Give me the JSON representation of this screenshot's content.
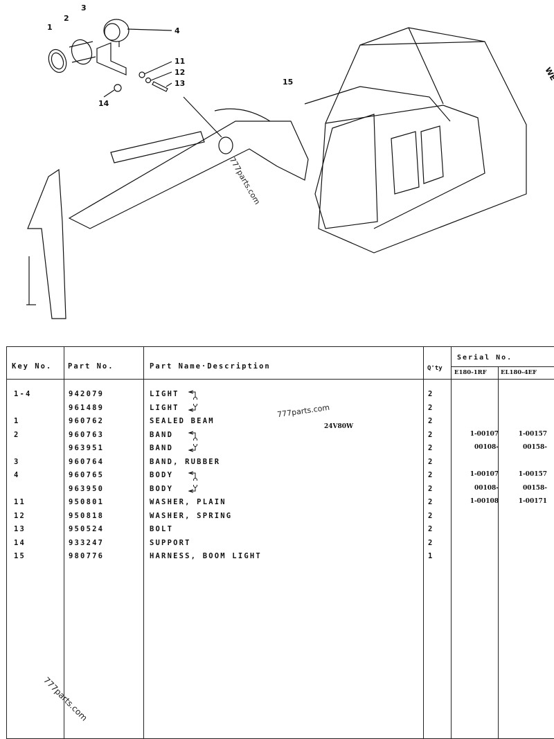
{
  "illustration": {
    "callouts": [
      "1",
      "2",
      "3",
      "4",
      "11",
      "12",
      "13",
      "14",
      "15"
    ],
    "edge_text": "WE"
  },
  "watermarks": [
    "777parts.com",
    "777parts.com",
    "777parts.com"
  ],
  "table": {
    "headers": {
      "key": "Key No.",
      "part": "Part No.",
      "name": "Part Name·Description",
      "qty": "Q'ty",
      "serial": "Serial No.",
      "serial_a": "E180-1RF",
      "serial_b": "EL180-4EF"
    },
    "rows": [
      {
        "key": "1-4",
        "part": "942079",
        "name": "LIGHT",
        "qty": "2",
        "s1": "",
        "s2": ""
      },
      {
        "key": "",
        "part": "961489",
        "name": "LIGHT",
        "qty": "2",
        "s1": "",
        "s2": ""
      },
      {
        "key": "1",
        "part": "960762",
        "name": "SEALED BEAM",
        "qty": "2",
        "s1": "",
        "s2": ""
      },
      {
        "key": "2",
        "part": "960763",
        "name": "BAND",
        "qty": "2",
        "s1": "1-00107",
        "s2": "1-00157"
      },
      {
        "key": "",
        "part": "963951",
        "name": "BAND",
        "qty": "2",
        "s1": "00108-",
        "s2": "00158-"
      },
      {
        "key": "3",
        "part": "960764",
        "name": "BAND, RUBBER",
        "qty": "2",
        "s1": "",
        "s2": ""
      },
      {
        "key": "4",
        "part": "960765",
        "name": "BODY",
        "qty": "2",
        "s1": "1-00107",
        "s2": "1-00157"
      },
      {
        "key": "",
        "part": "963950",
        "name": "BODY",
        "qty": "2",
        "s1": "00108-",
        "s2": "00158-"
      },
      {
        "key": "11",
        "part": "950801",
        "name": "WASHER, PLAIN",
        "qty": "2",
        "s1": "1-00108",
        "s2": "1-00171"
      },
      {
        "key": "12",
        "part": "950818",
        "name": "WASHER, SPRING",
        "qty": "2",
        "s1": "",
        "s2": ""
      },
      {
        "key": "13",
        "part": "950524",
        "name": "BOLT",
        "qty": "2",
        "s1": "",
        "s2": ""
      },
      {
        "key": "14",
        "part": "933247",
        "name": "SUPPORT",
        "qty": "2",
        "s1": "",
        "s2": ""
      },
      {
        "key": "15",
        "part": "980776",
        "name": "HARNESS, BOOM LIGHT",
        "qty": "1",
        "s1": "",
        "s2": ""
      }
    ],
    "note": "24V80W"
  }
}
